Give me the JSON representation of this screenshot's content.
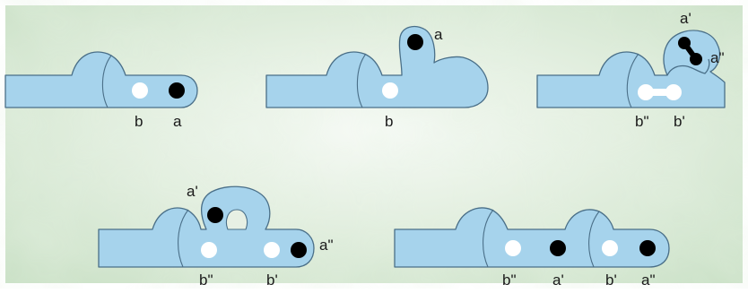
{
  "panels": [
    {
      "labels": {
        "white": "b",
        "black": "a"
      }
    },
    {
      "labels": {
        "white": "b",
        "black": "a"
      }
    },
    {
      "labels": {
        "white_left": "b\"",
        "white_right": "b'",
        "black_top": "a'",
        "black_bottom": "a\""
      }
    },
    {
      "labels": {
        "white_left": "b\"",
        "white_right": "b'",
        "black_bump": "a'",
        "black_right": "a\""
      }
    },
    {
      "labels": {
        "white_left": "b\"",
        "black_left": "a'",
        "white_right": "b'",
        "black_right": "a\""
      }
    }
  ],
  "colors": {
    "background_top": "#f3f8f2",
    "background_mid": "#d6e8d2",
    "body_fill": "#a6d3ec",
    "outline": "#4a6f88"
  }
}
